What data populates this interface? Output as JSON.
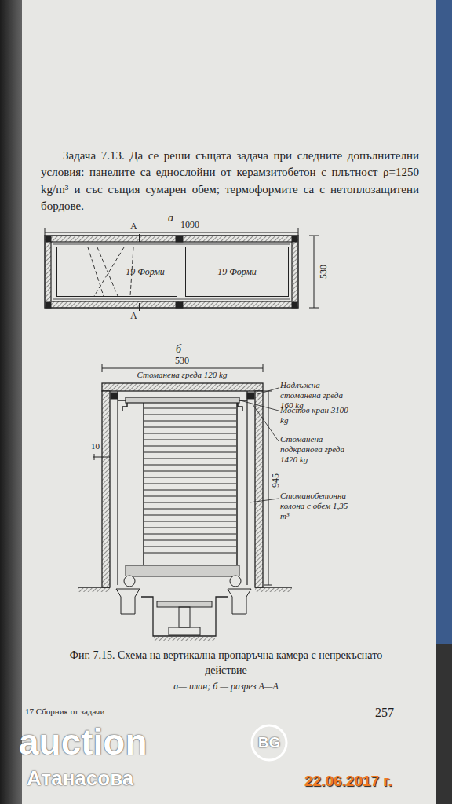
{
  "diagram": {
    "caption": "Фиг. 7.15. Схема на вертикална пропаръчна камера с непрекъснато действие",
    "nodes": [
      {
        "text": [
          "19 Форми"
        ]
      },
      {
        "text": [
          "19 Форми"
        ]
      }
    ],
    "labels": [
      "Задача 7.13. Да се реши същата задача при следните допълнителни условия: панелите са еднослойни от керамзитобетон с плътност ρ=1250 kg/m³ и със същия сумарен обем; термоформите са с нетоплозащитени бордове.",
      "а",
      "1090",
      "A",
      "A",
      "530",
      "б",
      "530",
      "Стоманена греда 120 kg",
      "Надлъжна стоманена греда 160 kg",
      "Мостов кран 3100 kg",
      "Стоманена подкранова греда 1420 kg",
      "Стоманобетонна колона с обем 1,35 m³",
      "10",
      "945",
      "17 Сборник от задачи",
      "257",
      "auction",
      "BG",
      "Атанасова",
      "22.06.2017 г.",
      "а— план; б — разрез А—А"
    ]
  }
}
